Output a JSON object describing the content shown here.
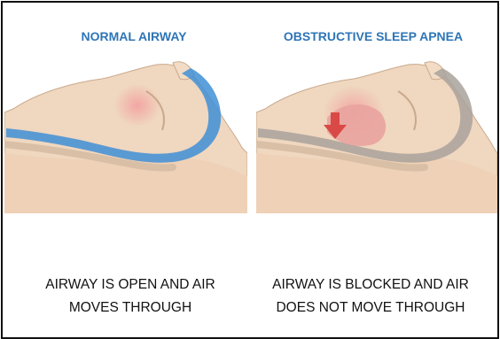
{
  "panels": {
    "left": {
      "title": "NORMAL AIRWAY",
      "caption_line1": "AIRWAY IS OPEN AND AIR",
      "caption_line2": "MOVES THROUGH"
    },
    "right": {
      "title": "OBSTRUCTIVE SLEEP APNEA",
      "caption_line1": "AIRWAY IS BLOCKED AND AIR",
      "caption_line2": "DOES NOT MOVE THROUGH"
    }
  },
  "colors": {
    "title": "#2e75b6",
    "skin": "#f0d7bf",
    "airway_open": "#3f8fd6",
    "airway_blocked": "#a9a29b",
    "tongue": "#e9a3a0",
    "arrow": "#d94a46",
    "caption_text": "#111111"
  },
  "icons": {
    "left_illustration": "head-profile-open-airway",
    "right_illustration": "head-profile-blocked-airway",
    "blockage_arrow": "down-arrow-icon"
  }
}
